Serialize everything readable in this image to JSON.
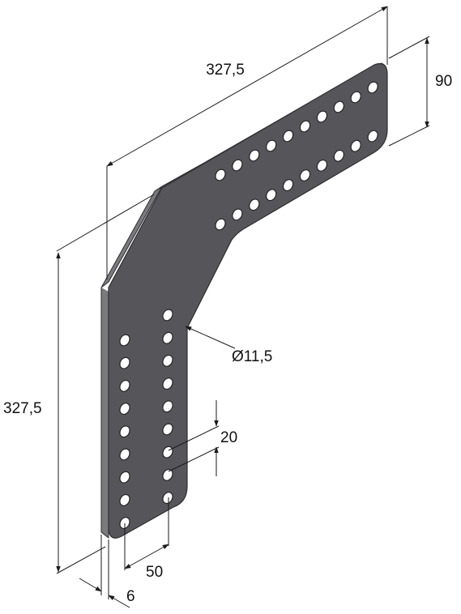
{
  "dimensions": {
    "top_length": "327,5",
    "height_right": "90",
    "hole_diameter": "Ø11,5",
    "hole_pitch": "20",
    "left_height": "327,5",
    "column_spacing": "50",
    "thickness": "6"
  },
  "colors": {
    "plate_face": "#56565a",
    "plate_edge": "#2e2e30",
    "plate_top": "#7a7a7e",
    "hole_fill": "#ffffff",
    "dimension_line": "#1a1a1a"
  }
}
